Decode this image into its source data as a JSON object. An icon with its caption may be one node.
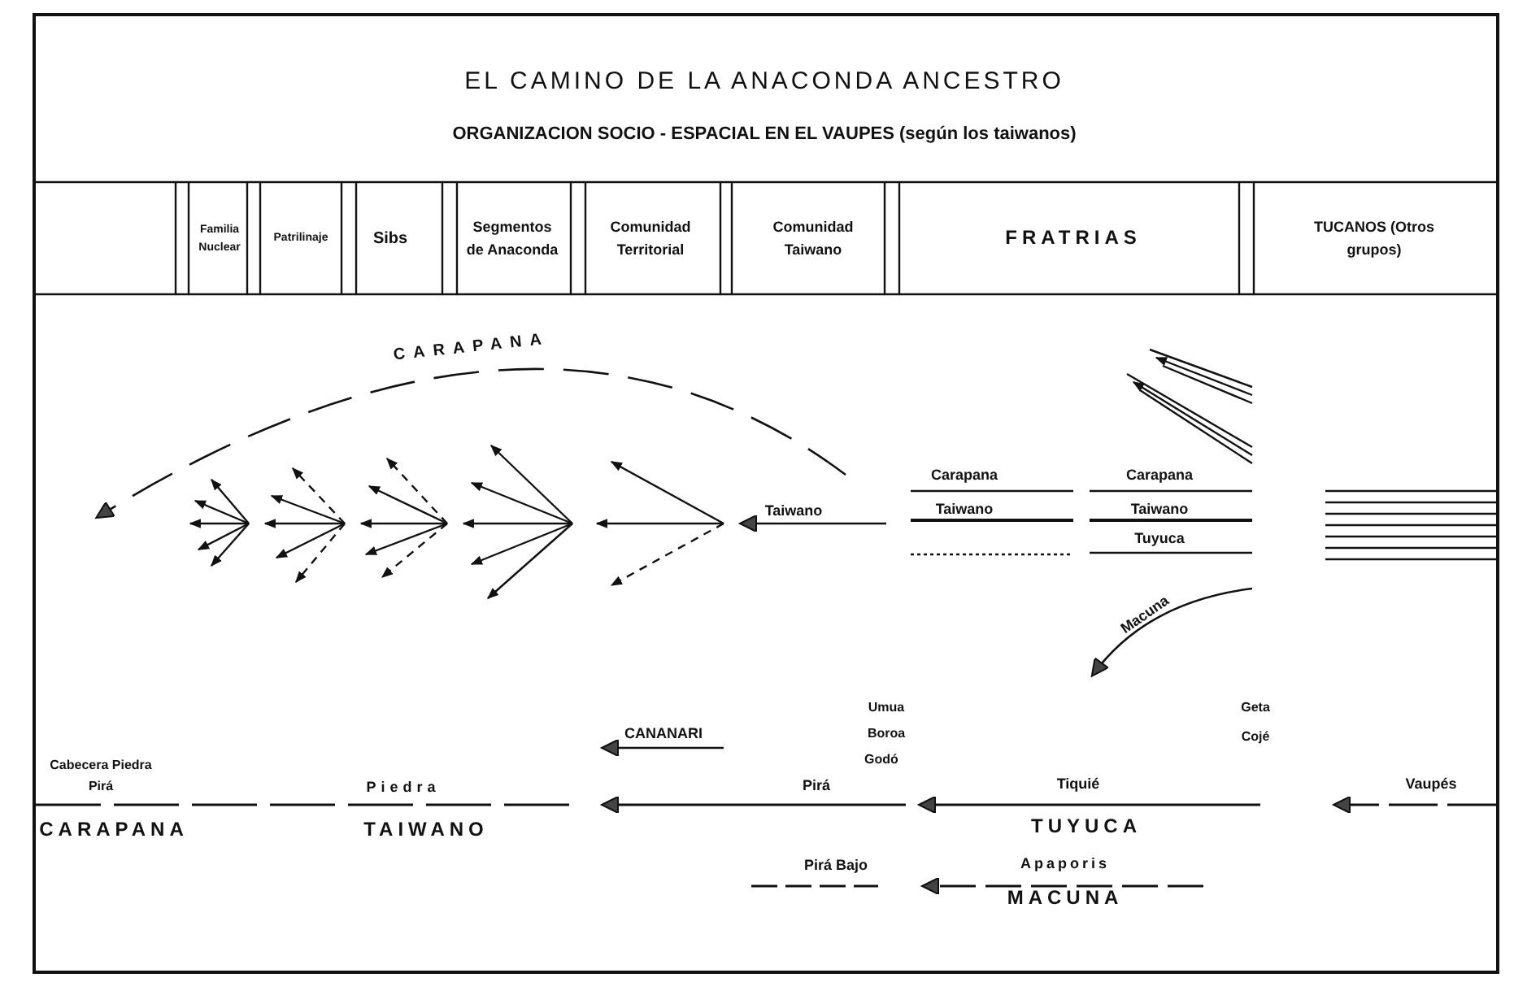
{
  "diagram": {
    "title": "EL CAMINO DE LA ANACONDA ANCESTRO",
    "labels": [
      "ORGANIZACION SOCIO - ESPACIAL EN EL VAUPES (según los taiwanos)",
      "Familia Nuclear",
      "Patrilinaje",
      "Sibs",
      "Segmentos de Anaconda",
      "Comunidad Territorial",
      "Comunidad Taiwano",
      "FRATRIAS",
      "TUCANOS (Otros grupos)",
      "CARAPANA",
      "Taiwano",
      "Carapana",
      "Carapana",
      "Taiwano",
      "Taiwano",
      "Tuyuca",
      "Macuna",
      "Umua",
      "Geta",
      "Boroa",
      "Cojé",
      "Godó",
      "CANANARI",
      "Cabecera Piedra Pirá",
      "Piedra",
      "Pirá",
      "Tiquié",
      "Vaupés",
      "CARAPANA",
      "TAIWANO",
      "TUYUCA",
      "Pirá Bajo",
      "Apaporis",
      "MACUNA"
    ]
  }
}
